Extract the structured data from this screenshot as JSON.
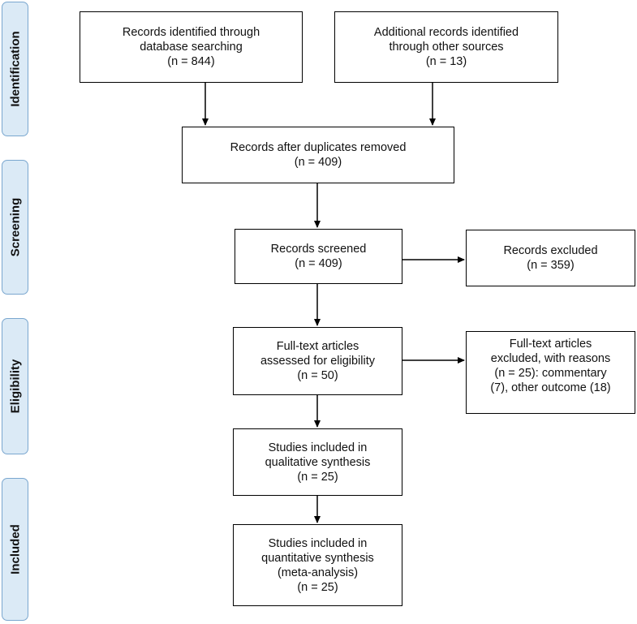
{
  "phases": {
    "identification": "Identification",
    "screening": "Screening",
    "eligibility": "Eligibility",
    "included": "Included"
  },
  "boxes": {
    "database": {
      "lines": [
        "Records identified through",
        "database searching",
        "(n = 844)"
      ]
    },
    "other_sources": {
      "lines": [
        "Additional records identified",
        "through other sources",
        "(n = 13)"
      ]
    },
    "duplicates_removed": {
      "lines": [
        "Records after duplicates removed",
        "(n = 409)"
      ]
    },
    "screened": {
      "lines": [
        "Records screened",
        "(n = 409)"
      ]
    },
    "excluded": {
      "lines": [
        "Records excluded",
        "(n = 359)"
      ]
    },
    "fulltext_assessed": {
      "lines": [
        "Full-text articles",
        "assessed for eligibility",
        "(n = 50)"
      ]
    },
    "fulltext_excluded": {
      "lines": [
        "Full-text articles",
        "excluded, with reasons",
        "(n = 25): commentary",
        "(7), other outcome (18)"
      ]
    },
    "qualitative": {
      "lines": [
        "Studies included in",
        "qualitative synthesis",
        "(n = 25)"
      ]
    },
    "quantitative": {
      "lines": [
        "Studies included in",
        "quantitative synthesis",
        "(meta-analysis)",
        "(n = 25)"
      ]
    }
  },
  "colors": {
    "phase_fill": "#dbeaf6",
    "phase_border": "#7aa7cf",
    "box_border": "#000000"
  }
}
